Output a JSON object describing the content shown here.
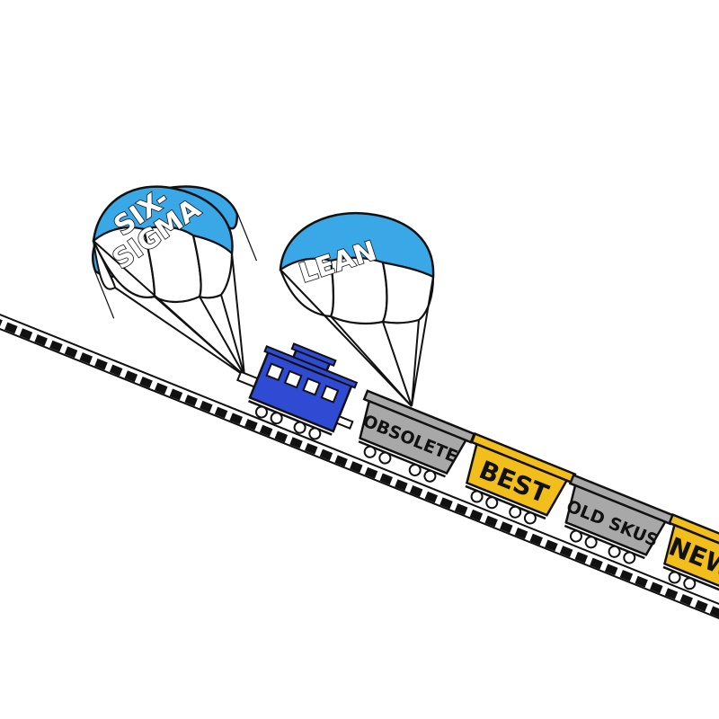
{
  "parachutes": {
    "left": {
      "line1": "SIX-",
      "line2": "SIGMA"
    },
    "right": {
      "label": "LEAN"
    }
  },
  "cars": {
    "obsolete": "OBSOLETE",
    "best": "BEST",
    "old_skus": "OLD SKUS",
    "newest": "NEWE"
  },
  "colors": {
    "parachute": "#3aa7e6",
    "caboose": "#2f4bd3",
    "gray_car": "#a8a8a8",
    "yellow_car": "#f2be1c",
    "outline": "#111111"
  }
}
